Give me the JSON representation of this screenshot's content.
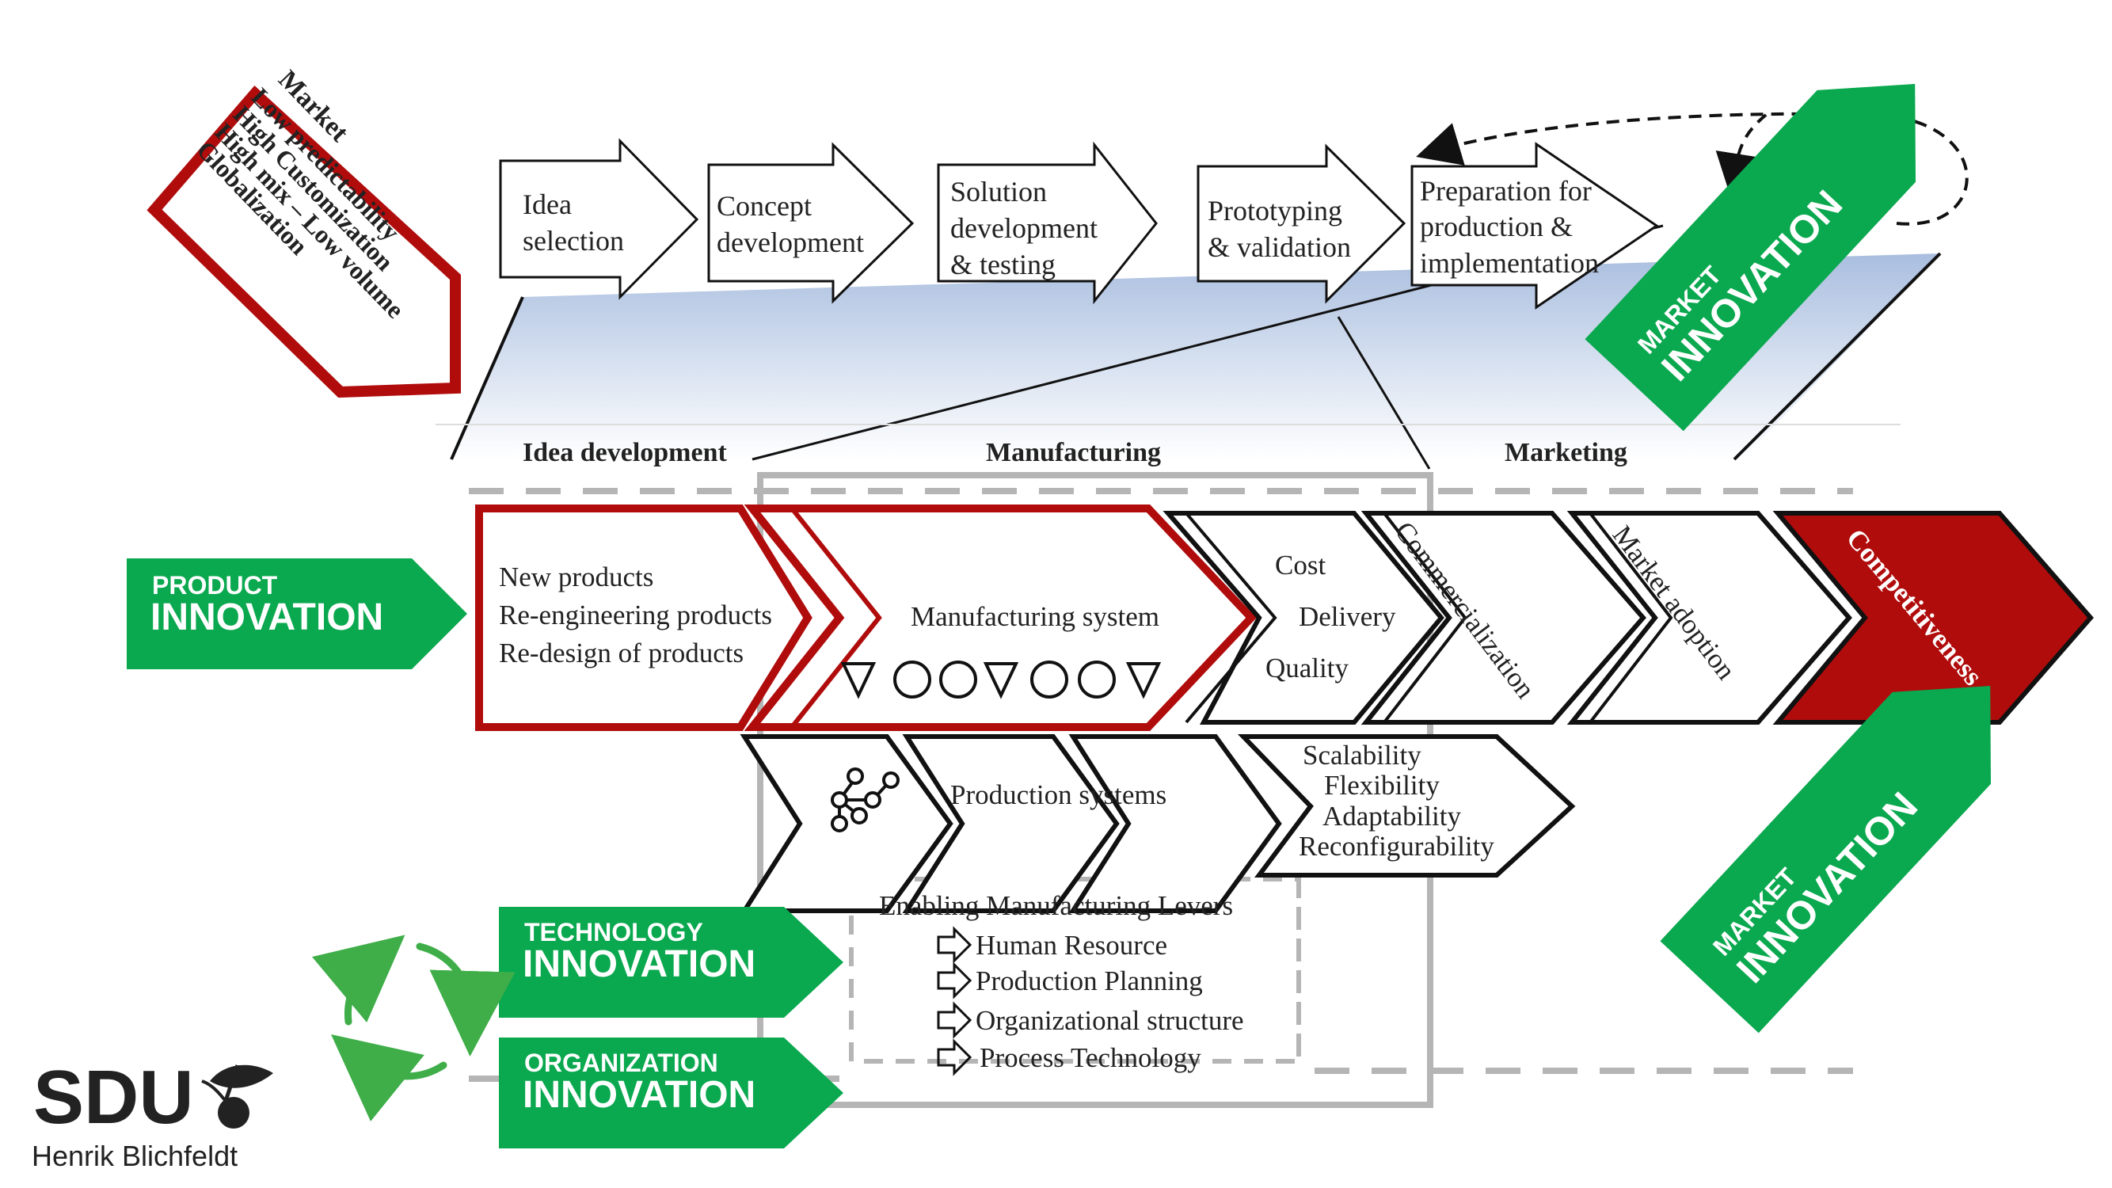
{
  "colors": {
    "red": "#b00c0c",
    "green": "#0aa84f",
    "gray": "#b5b5b5",
    "blue_gradient_top": "#a9bedf",
    "blue_gradient_bottom": "#ffffff"
  },
  "market": {
    "title": "Market",
    "items": [
      "Low predictability",
      "High Customization",
      "High mix – Low volume",
      "Globalization"
    ]
  },
  "process_steps": [
    [
      "Idea",
      "selection"
    ],
    [
      "Concept",
      "development"
    ],
    [
      "Solution",
      "development",
      "& testing"
    ],
    [
      "Prototyping",
      "& validation"
    ],
    [
      "Preparation for",
      "production &",
      "implementation"
    ]
  ],
  "phases": {
    "idea": "Idea development",
    "manufacturing": "Manufacturing",
    "marketing": "Marketing"
  },
  "badges": {
    "product": {
      "small": "PRODUCT",
      "big": "INNOVATION"
    },
    "technology": {
      "small": "TECHNOLOGY",
      "big": "INNOVATION"
    },
    "organization": {
      "small": "ORGANIZATION",
      "big": "INNOVATION"
    },
    "market": {
      "small": "MARKET",
      "big": "INNOVATION"
    }
  },
  "chain": {
    "products": [
      "New products",
      "Re-engineering products",
      "Re-design of products"
    ],
    "manufacturing": "Manufacturing system",
    "cdq": [
      "Cost",
      "Delivery",
      "Quality"
    ],
    "commercialization": "Commercialization",
    "market_adoption": "Market adoption",
    "competitiveness": "Competitiveness"
  },
  "production": {
    "label": "Production systems",
    "attributes": [
      "Scalability",
      "Flexibility",
      "Adaptability",
      "Reconfigurability"
    ]
  },
  "levers": {
    "title": "Enabling Manufacturing Levers",
    "items": [
      "Human Resource",
      "Production Planning",
      "Organizational structure",
      "Process Technology"
    ]
  },
  "footer": {
    "logo": "SDU",
    "author": "Henrik Blichfeldt"
  }
}
